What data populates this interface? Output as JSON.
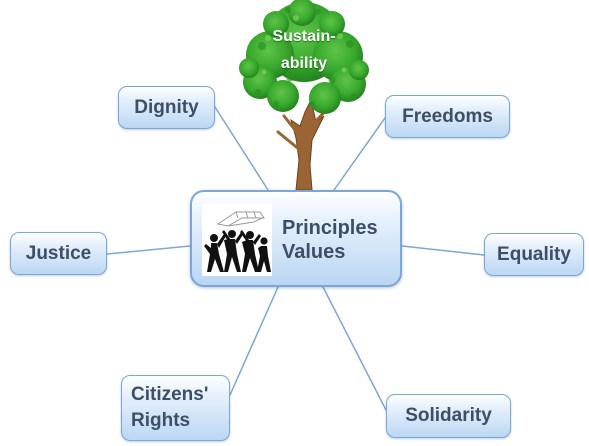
{
  "top_image": {
    "icon": "tree-icon",
    "line1": "Sustain-",
    "line2": "ability"
  },
  "center": {
    "icon": "people-group-icon",
    "line1": "Principles",
    "line2": "Values"
  },
  "branches": {
    "dignity": "Dignity",
    "freedoms": "Freedoms",
    "justice": "Justice",
    "equality": "Equality",
    "citizens_rights_line1": "Citizens'",
    "citizens_rights_line2": "Rights",
    "solidarity": "Solidarity"
  },
  "colors": {
    "box_border": "#7aa6d8",
    "box_fill": "#bcd7f3",
    "text": "#3d4f66",
    "connector": "#7aa6d8",
    "foliage": "#38a82c",
    "trunk": "#9a6434"
  }
}
